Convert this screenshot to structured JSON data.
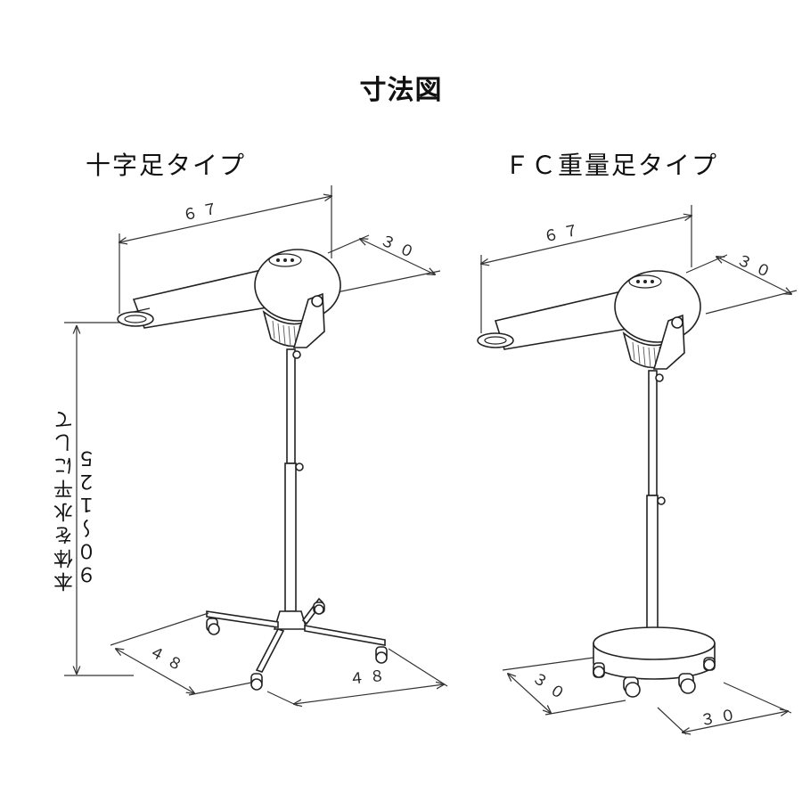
{
  "title": "寸法図",
  "left": {
    "heading": "十字足タイプ",
    "dims": {
      "width": "６７",
      "depth": "３０",
      "base_a": "４８",
      "base_b": "４８"
    },
    "height_label_1": "本体を水平にして",
    "height_label_2": "９０〜１２５"
  },
  "right": {
    "heading": "ＦＣ重量足タイプ",
    "dims": {
      "width": "６７",
      "depth": "３０",
      "base_a": "３０",
      "base_b": "３０"
    }
  }
}
